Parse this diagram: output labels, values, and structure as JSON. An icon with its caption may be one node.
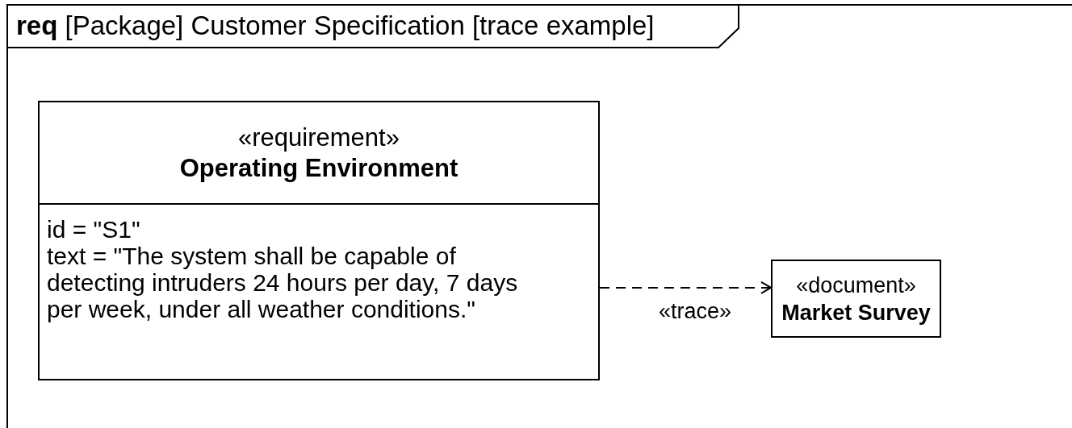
{
  "diagram": {
    "nodes": [
      {
        "text": [
          "**req** [Package] Customer Specification [trace example]"
        ]
      },
      {
        "text": [
          "«requirement»",
          "Operating Environment",
          "id = \"S1\"",
          "text = \"The system shall be capable of detecting intruders 24 hours per day, 7 days per week, under all weather conditions.\""
        ],
        "in": 0
      },
      {
        "text": [
          "«document»",
          "Market Survey"
        ],
        "in": 0
      }
    ],
    "edges": [
      {
        "from": 1,
        "to": 2,
        "arrow": "to",
        "style": "dashed",
        "label": "«trace»"
      }
    ]
  }
}
